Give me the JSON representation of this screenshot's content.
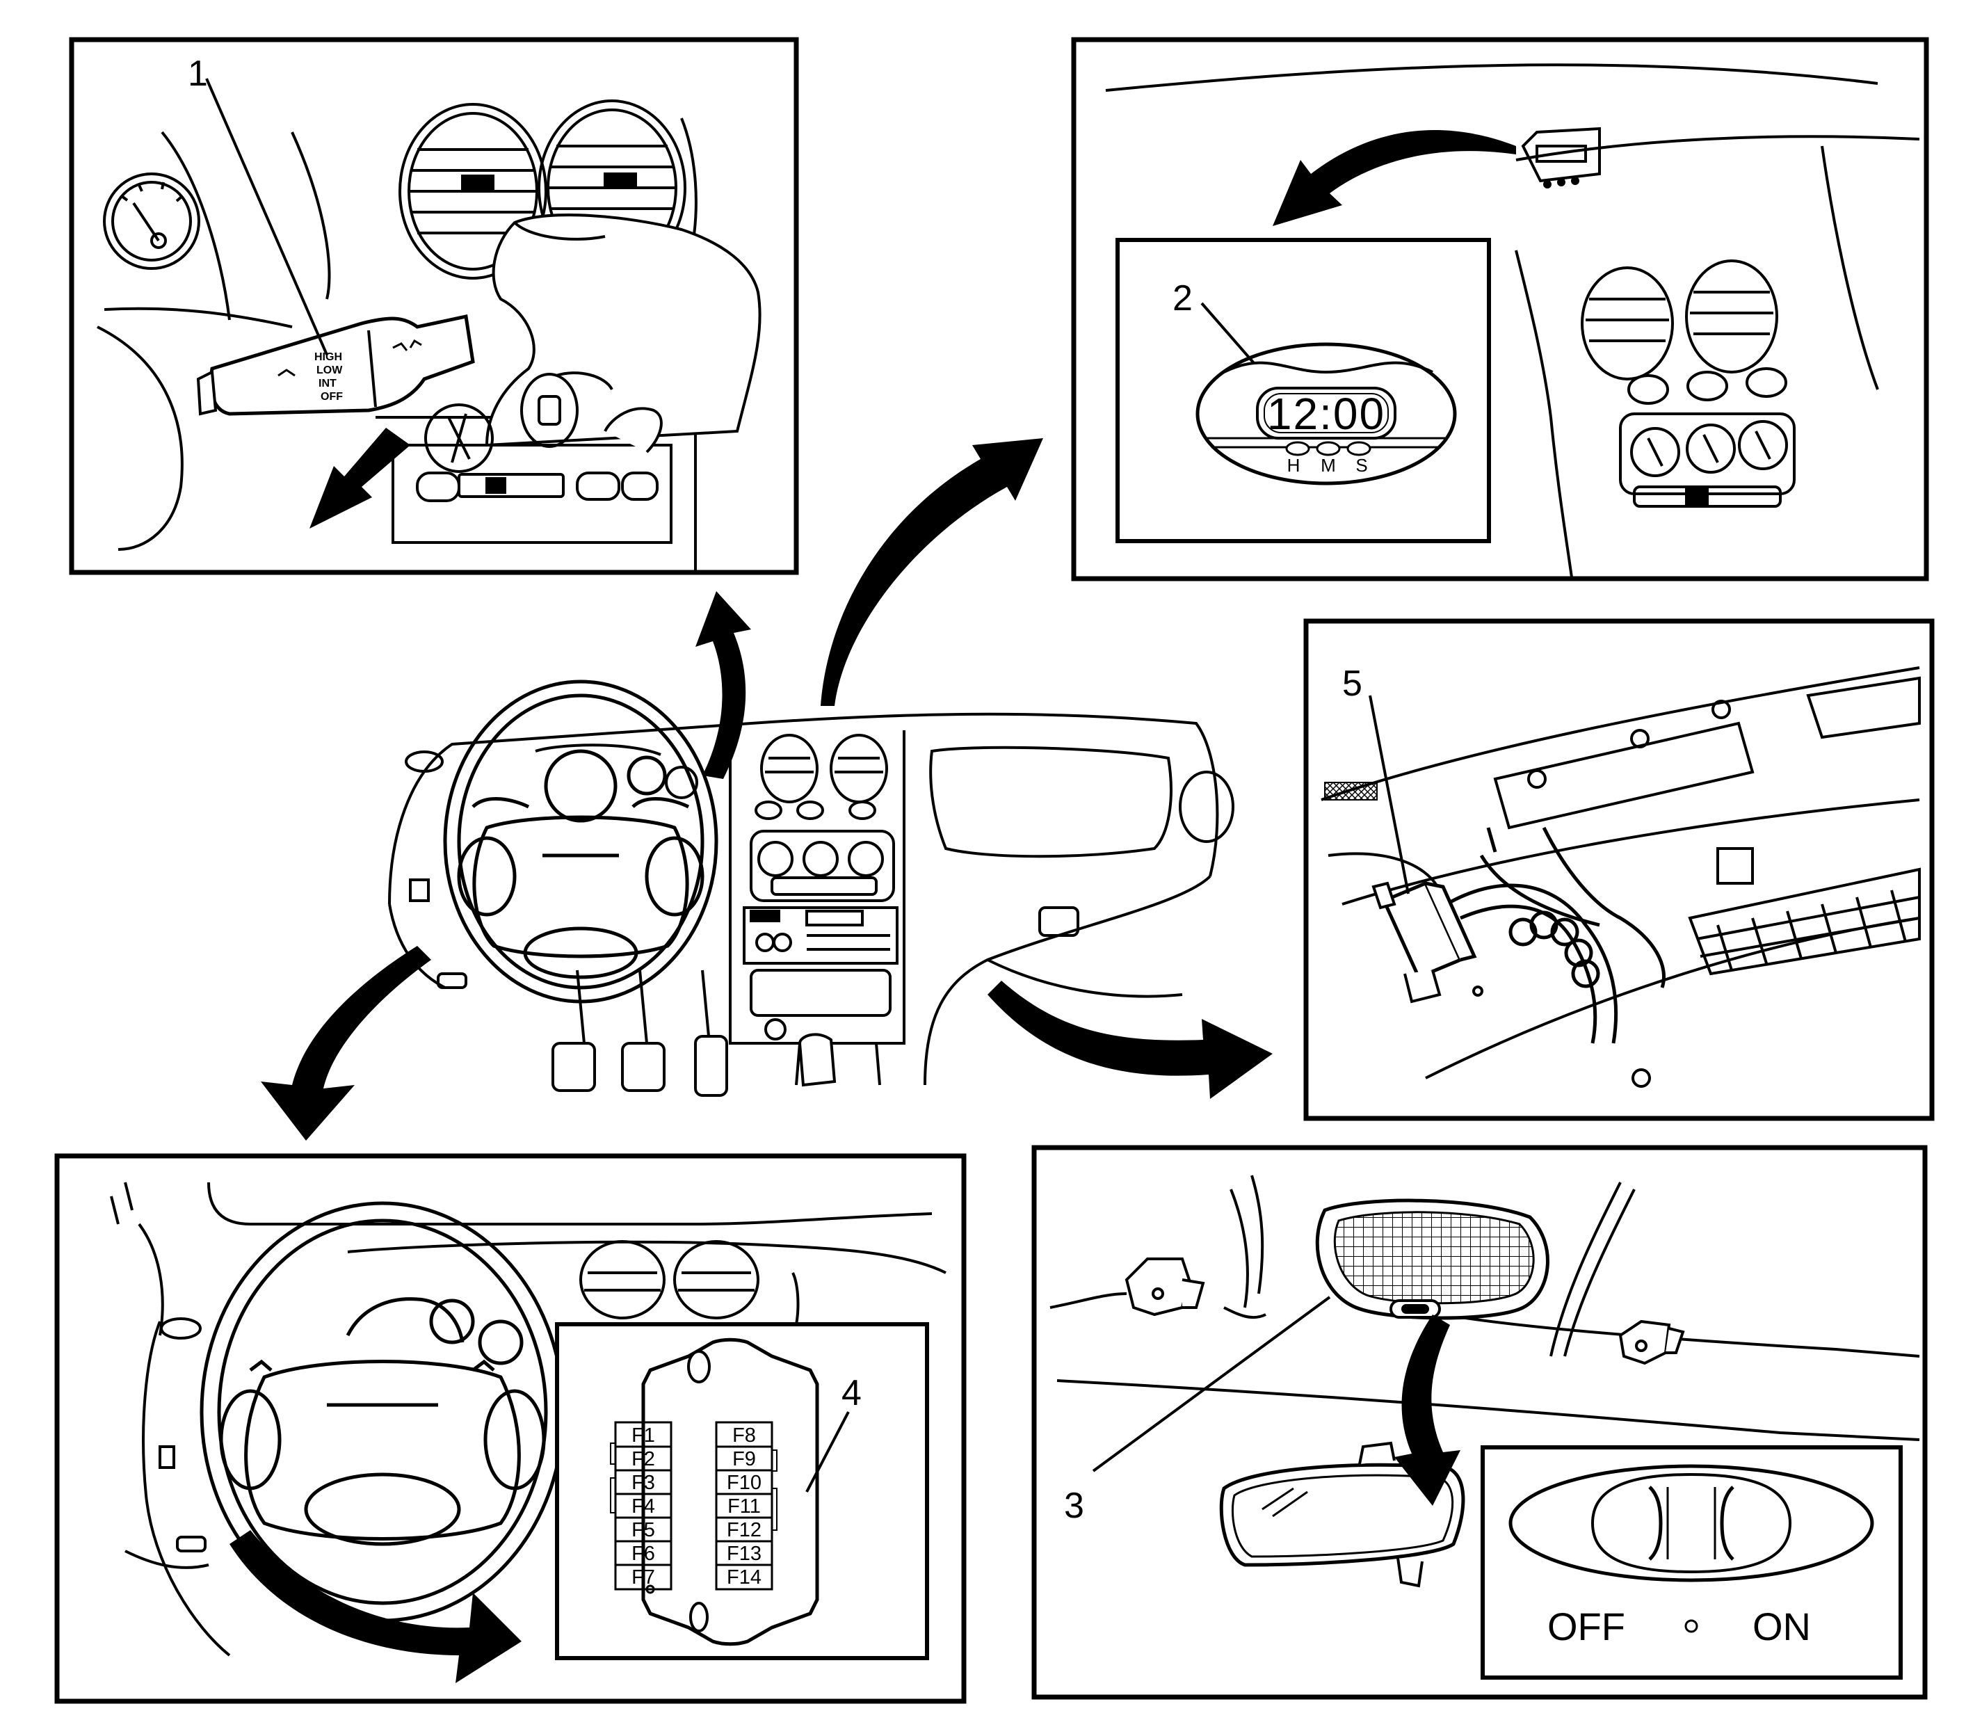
{
  "colors": {
    "ink": "#000000",
    "paper": "#ffffff"
  },
  "callouts": [
    "1",
    "2",
    "3",
    "4",
    "5"
  ],
  "stalk_positions": [
    "HIGH",
    "LOW",
    "INT",
    "OFF"
  ],
  "clock": {
    "time": "12:00",
    "buttons": [
      "H",
      "M",
      "S"
    ]
  },
  "fuse_box": {
    "left": [
      "F1",
      "F2",
      "F3",
      "F4",
      "F5",
      "F6",
      "F7"
    ],
    "right": [
      "F8",
      "F9",
      "F10",
      "F11",
      "F12",
      "F13",
      "F14"
    ]
  },
  "dome_switch": {
    "off": "OFF",
    "on": "ON"
  },
  "icons": [
    "wiper-stalk-icon",
    "clock-icon",
    "fuse-box-icon",
    "dome-lamp-icon",
    "control-module-icon",
    "dashboard-icon",
    "curved-arrow-icon"
  ]
}
